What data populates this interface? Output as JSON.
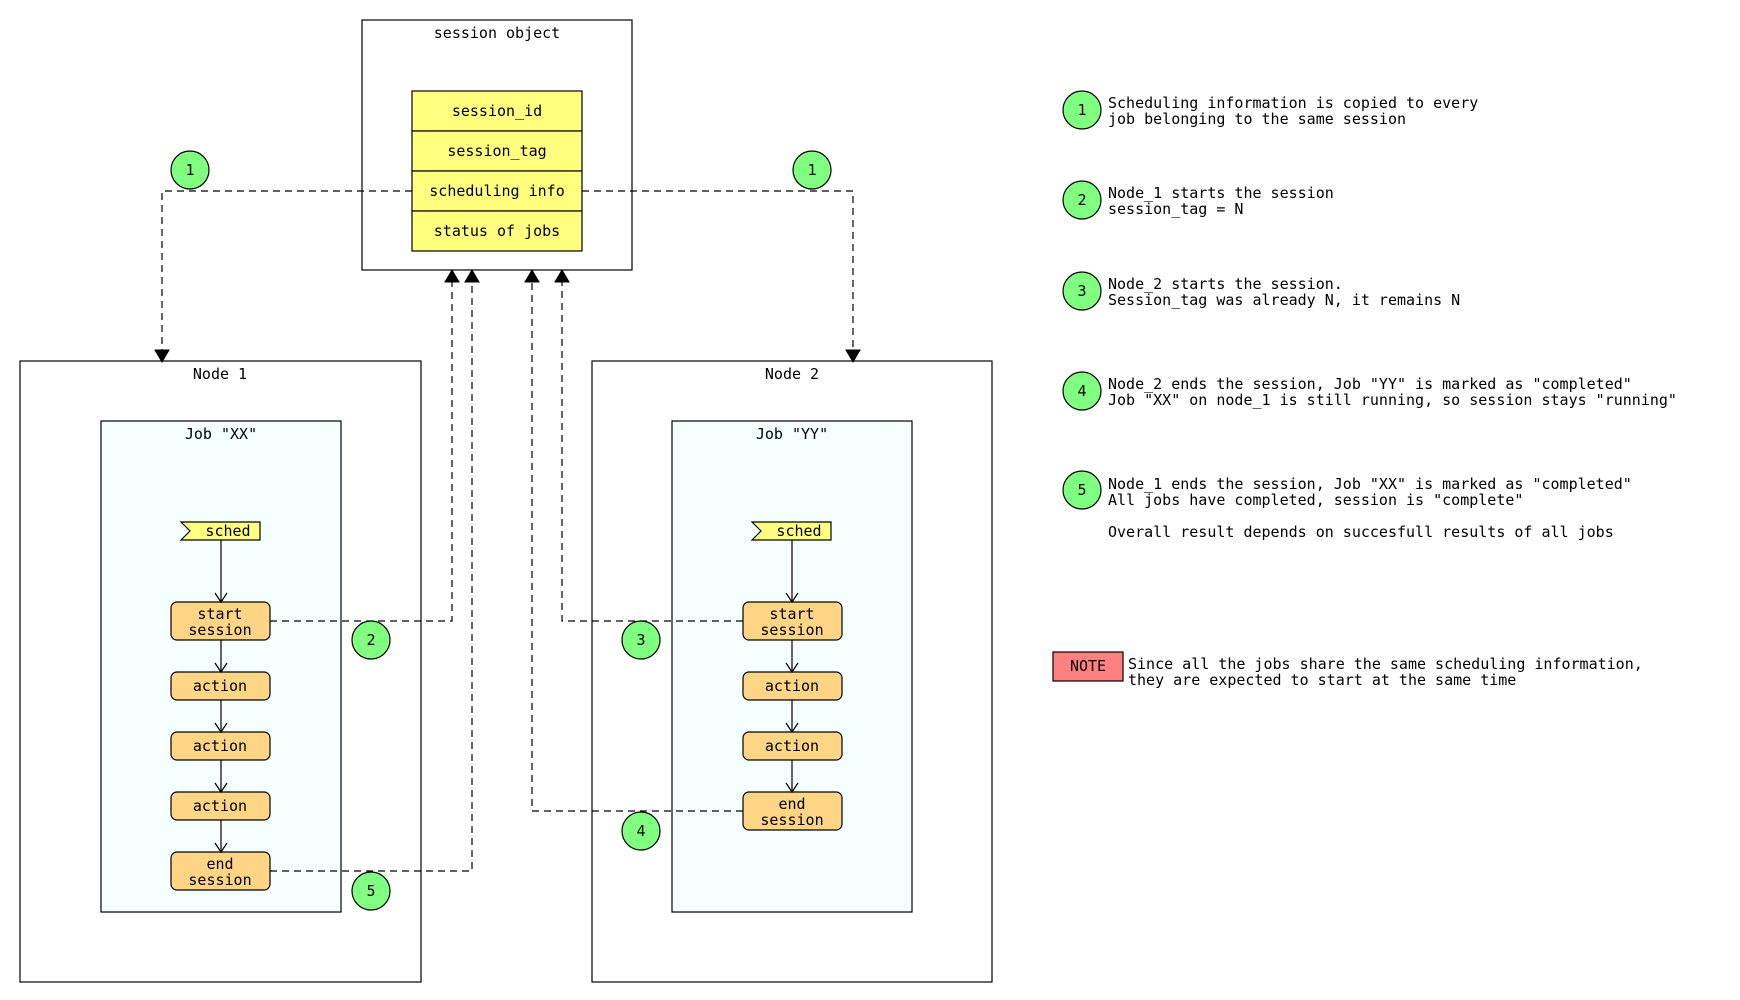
{
  "session_object": {
    "title": "session object",
    "fields": [
      "session_id",
      "session_tag",
      "scheduling info",
      "status of jobs"
    ]
  },
  "nodes": [
    {
      "title": "Node 1",
      "job_title": "Job \"XX\"",
      "sched_label": "sched",
      "steps": [
        {
          "line1": "start",
          "line2": "session"
        },
        {
          "line1": "action",
          "line2": ""
        },
        {
          "line1": "action",
          "line2": ""
        },
        {
          "line1": "action",
          "line2": ""
        },
        {
          "line1": "end",
          "line2": "session"
        }
      ]
    },
    {
      "title": "Node 2",
      "job_title": "Job \"YY\"",
      "sched_label": "sched",
      "steps": [
        {
          "line1": "start",
          "line2": "session"
        },
        {
          "line1": "action",
          "line2": ""
        },
        {
          "line1": "action",
          "line2": ""
        },
        {
          "line1": "end",
          "line2": "session"
        }
      ]
    }
  ],
  "diagram_markers": [
    "1",
    "1",
    "2",
    "3",
    "4",
    "5"
  ],
  "legend": [
    {
      "number": "1",
      "lines": [
        "Scheduling information is copied to every",
        "job belonging to the same session"
      ]
    },
    {
      "number": "2",
      "lines": [
        "Node_1 starts the session",
        "session_tag = N"
      ]
    },
    {
      "number": "3",
      "lines": [
        "Node_2 starts the session.",
        "Session_tag was already N, it remains N"
      ]
    },
    {
      "number": "4",
      "lines": [
        "Node_2 ends the session, Job \"YY\" is marked as \"completed\"",
        "Job \"XX\" on node_1 is still running, so session stays \"running\""
      ]
    },
    {
      "number": "5",
      "lines": [
        "Node_1 ends the session, Job \"XX\" is marked as \"completed\"",
        "All jobs have completed, session is \"complete\"",
        "",
        "Overall result depends on succesfull results of all jobs"
      ]
    }
  ],
  "note": {
    "tag": "NOTE",
    "lines": [
      "Since all the jobs share the same scheduling information,",
      "they are expected to start at the same time"
    ]
  },
  "colors": {
    "field": "#ffff80",
    "step": "#fdd585",
    "marker": "#80ff80",
    "job_background": "#f6ffff",
    "note": "#ff8080"
  }
}
